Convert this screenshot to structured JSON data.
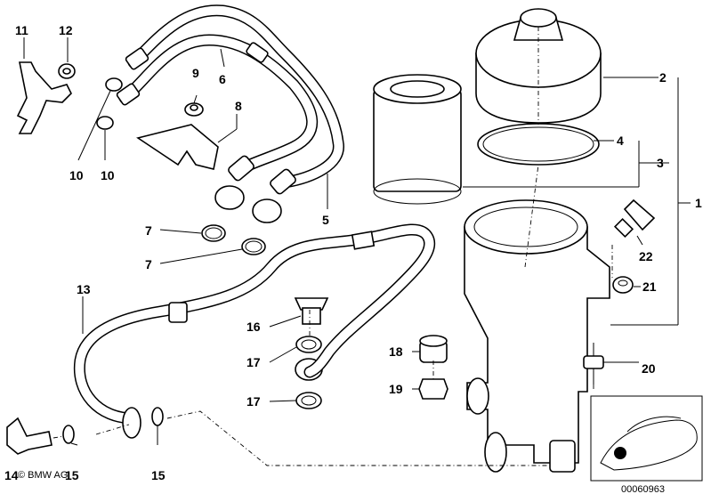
{
  "callouts": {
    "c1": "1",
    "c2": "2",
    "c3": "3",
    "c4": "4",
    "c5": "5",
    "c6": "6",
    "c7a": "7",
    "c7b": "7",
    "c8": "8",
    "c9": "9",
    "c10a": "10",
    "c10b": "10",
    "c11": "11",
    "c12": "12",
    "c13": "13",
    "c14": "14",
    "c15a": "15",
    "c15b": "15",
    "c16": "16",
    "c17a": "17",
    "c17b": "17",
    "c18": "18",
    "c19": "19",
    "c20": "20",
    "c21": "21",
    "c22": "22"
  },
  "footer": {
    "copyright": "© BMW AG",
    "doc_number": "00060963"
  }
}
